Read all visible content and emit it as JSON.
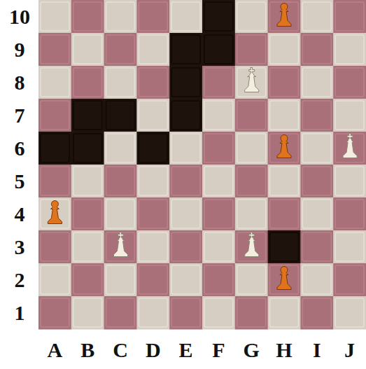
{
  "diagram": {
    "labels": [
      "10",
      "9",
      "8",
      "7",
      "6",
      "5",
      "4",
      "3",
      "2",
      "1",
      "A",
      "B",
      "C",
      "D",
      "E",
      "F",
      "G",
      "H",
      "I",
      "J"
    ]
  }
}
